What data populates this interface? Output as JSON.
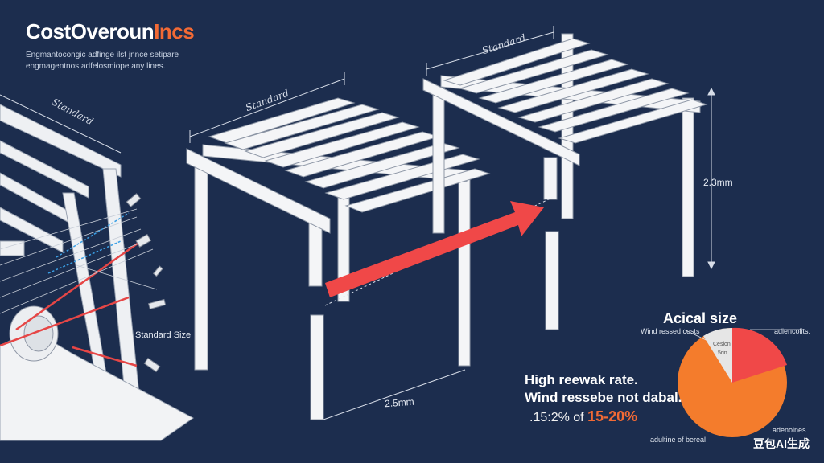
{
  "title": {
    "main": "CostOveroun",
    "accent": "Incs"
  },
  "subtitle": {
    "line1": "Engmantocongic adfinge ilst jnnce setipare",
    "line2": "engmagentnos adfelosmiope any lines."
  },
  "labels": {
    "standard_top_left": "Standard",
    "standard_mid": "Standard",
    "standard_right": "Standard",
    "height_right": "2.3mm",
    "width_bottom": "2.5mm",
    "standard_size": "Standard Size"
  },
  "stats": {
    "line1": "High reewak rate.",
    "line2": "Wind ressebe not dabal.",
    "pct_prefix": ".15:2% of",
    "pct_highlight": "15-20%"
  },
  "pie": {
    "title": "Acical size",
    "label_left": "Wind ressed costs",
    "label_right": "adiencolits.",
    "label_inner1": "Cesion",
    "label_inner2": "5rin",
    "label_bottom": "adultine of bereal",
    "label_bottom_right": "adenolnes.",
    "colors": {
      "large": "#f47c2c",
      "red": "#f04848",
      "grey": "#e6e6e6"
    }
  },
  "watermark": "豆包AI生成",
  "colors": {
    "background": "#1c2d4e",
    "accent": "#f26a35",
    "arrow": "#f04848"
  }
}
